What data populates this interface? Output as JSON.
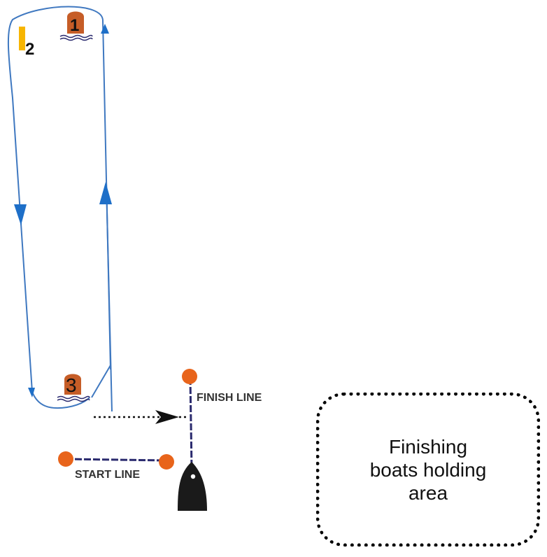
{
  "marks": [
    {
      "id": "mark-1",
      "label": "1"
    },
    {
      "id": "mark-2",
      "label": "2"
    },
    {
      "id": "mark-3",
      "label": "3"
    }
  ],
  "finish_line": {
    "label": "FINISH LINE"
  },
  "start_line": {
    "label": "START LINE"
  },
  "holding_area": {
    "lines": [
      "Finishing",
      "boats holding",
      "area"
    ]
  },
  "colors": {
    "course_line": "#3f78c0",
    "arrow_fill": "#1e6fc8",
    "orange_buoy": "#e8641b",
    "mark_body": "#c65d27",
    "mark_2": "#f7b500",
    "line_dash": "#2a2a6e",
    "boat": "#1a1a1a",
    "holding_border": "#000000"
  }
}
